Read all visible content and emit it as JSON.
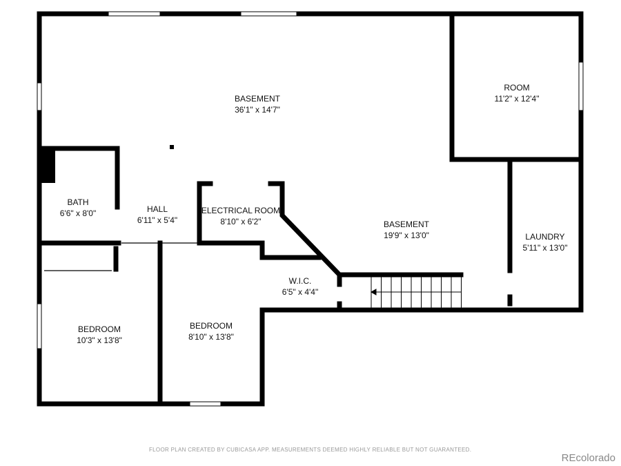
{
  "rooms": [
    {
      "name": "BASEMENT",
      "dims": "36'1\" x 14'7\""
    },
    {
      "name": "ROOM",
      "dims": "11'2\" x 12'4\""
    },
    {
      "name": "BATH",
      "dims": "6'6\" x 8'0\""
    },
    {
      "name": "HALL",
      "dims": "6'11\" x 5'4\""
    },
    {
      "name": "ELECTRICAL ROOM",
      "dims": "8'10\" x 6'2\""
    },
    {
      "name": "BASEMENT",
      "dims": "19'9\" x 13'0\""
    },
    {
      "name": "LAUNDRY",
      "dims": "5'11\" x 13'0\""
    },
    {
      "name": "W.I.C.",
      "dims": "6'5\" x 4'4\""
    },
    {
      "name": "BEDROOM",
      "dims": "10'3\" x 13'8\""
    },
    {
      "name": "BEDROOM",
      "dims": "8'10\" x 13'8\""
    }
  ],
  "footer": "FLOOR PLAN CREATED BY CUBICASA APP. MEASUREMENTS DEEMED HIGHLY RELIABLE BUT NOT GUARANTEED.",
  "brand": "REcolorado",
  "colors": {
    "wall": "#000000",
    "footer_text": "#999999"
  }
}
